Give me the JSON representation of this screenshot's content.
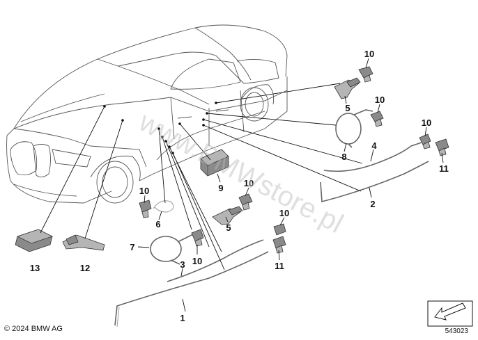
{
  "callouts": {
    "c1": "1",
    "c2": "2",
    "c3": "3",
    "c4": "4",
    "c5a": "5",
    "c5b": "5",
    "c6": "6",
    "c7": "7",
    "c8": "8",
    "c9": "9",
    "c10a": "10",
    "c10b": "10",
    "c10c": "10",
    "c10d": "10",
    "c10e": "10",
    "c10f": "10",
    "c10g": "10",
    "c11a": "11",
    "c11b": "11",
    "c12": "12",
    "c13": "13"
  },
  "copyright": "© 2024 BMW AG",
  "diagram_number": "543023",
  "watermark": "www.BMWstore.pl",
  "icons": {
    "corner_symbol": "arrow-right-icon"
  }
}
